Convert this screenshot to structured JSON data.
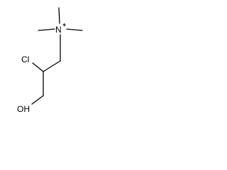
{
  "molecule": {
    "atoms": {
      "nitrogen": "N",
      "charge": "+",
      "chlorine": "Cl",
      "hydroxyl": "OH"
    }
  }
}
